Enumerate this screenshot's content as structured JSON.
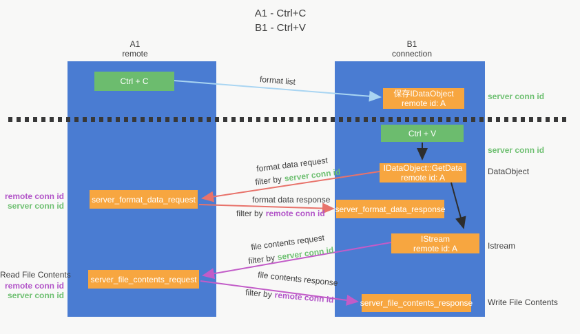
{
  "title": {
    "line1": "A1 - Ctrl+C",
    "line2": "B1 - Ctrl+V"
  },
  "lanes": {
    "a1": {
      "name": "A1",
      "role": "remote"
    },
    "b1": {
      "name": "B1",
      "role": "connection"
    }
  },
  "nodes": {
    "ctrl_c": {
      "label": "Ctrl + C"
    },
    "save_dataobject": {
      "line1": "保存IDataObject",
      "line2": "remote id: A"
    },
    "ctrl_v": {
      "label": "Ctrl + V"
    },
    "getdata": {
      "line1": "IDataObject::GetData",
      "line2": "remote id: A"
    },
    "format_request": {
      "label": "server_format_data_request"
    },
    "format_response": {
      "label": "server_format_data_response"
    },
    "istream": {
      "line1": "IStream",
      "line2": "remote id: A"
    },
    "file_request": {
      "label": "server_file_contents_request"
    },
    "file_response": {
      "label": "server_file_contents_response"
    }
  },
  "edges": {
    "format_list": "format list",
    "format_data_request": "format data request",
    "format_data_response": "format data response",
    "file_contents_request": "file contents request",
    "file_contents_response": "file contents response",
    "filter_by": "filter by",
    "server_conn_id": "server conn id",
    "remote_conn_id": "remote conn id"
  },
  "side_labels": {
    "right_top_server_conn_id": "server conn id",
    "right_mid_server_conn_id": "server conn id",
    "dataobject": "DataObject",
    "istream": "Istream",
    "write_file_contents": "Write File Contents",
    "left_remote_conn_id_top": "remote conn id",
    "left_server_conn_id_top": "server conn id",
    "read_file_contents": "Read File Contents",
    "left_remote_conn_id_bottom": "remote conn id",
    "left_server_conn_id_bottom": "server conn id"
  },
  "colors": {
    "background": "#f8f8f7",
    "lane_blue": "#4a7cd2",
    "green_box": "#6cbc6e",
    "orange_box": "#f7a640",
    "green_text": "#6fc072",
    "purple_text": "#b255c8",
    "red_arrow": "#e8736b",
    "magenta_arrow": "#c25cc8",
    "light_blue_arrow": "#a9d5f2",
    "black_arrow": "#2d2d2d",
    "dotted_line": "#383838"
  }
}
